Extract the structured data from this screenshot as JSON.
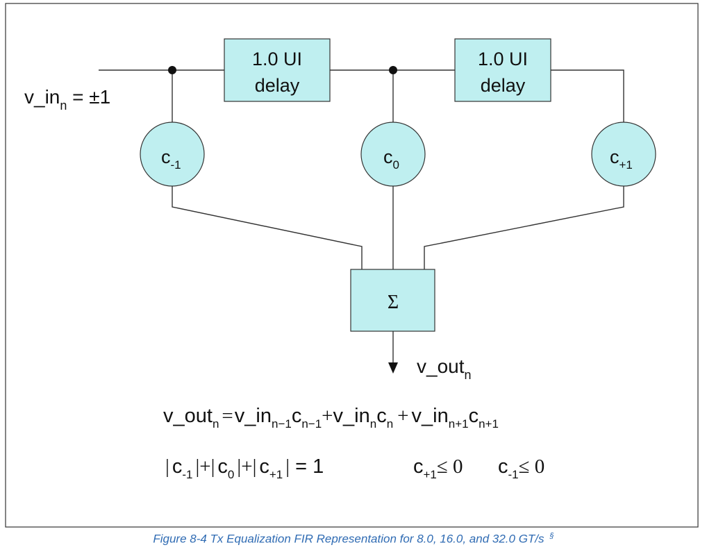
{
  "figure": {
    "caption": "Figure 8-4 Tx Equalization FIR Representation for 8.0, 16.0, and 32.0 GT/s",
    "caption_mark": "§"
  },
  "colors": {
    "box_fill": "#bfeff0",
    "stroke": "#222222",
    "caption": "#2f6bb3"
  },
  "input": {
    "base": "v_in",
    "sub": "n",
    "rest": " = ±1"
  },
  "delays": [
    {
      "line1": "1.0 UI",
      "line2": "delay"
    },
    {
      "line1": "1.0 UI",
      "line2": "delay"
    }
  ],
  "taps": [
    {
      "base": "c",
      "sub": "-1"
    },
    {
      "base": "c",
      "sub": "0"
    },
    {
      "base": "c",
      "sub": "+1"
    }
  ],
  "summer": {
    "symbol": "Σ"
  },
  "output": {
    "base": "v_out",
    "sub": "n"
  },
  "equation1": {
    "lhs_base": "v_out",
    "lhs_sub": "n",
    "eq": "=",
    "t1_base": "v_in",
    "t1_sub": "n−1",
    "t1_c": "c",
    "t1_csub": "n−1",
    "plus1": "+",
    "t2_base": "v_in",
    "t2_sub": "n",
    "t2_c": "c",
    "t2_csub": "n",
    "plus2": "+",
    "t3_base": "v_in",
    "t3_sub": "n+1",
    "t3_c": "c",
    "t3_csub": "n+1"
  },
  "equation2": {
    "bar": "|",
    "plus": "+",
    "c": "c",
    "sub_m1": "-1",
    "sub_0": "0",
    "sub_p1": "+1",
    "eq_one": "= 1",
    "le_zero": "≤ 0"
  }
}
